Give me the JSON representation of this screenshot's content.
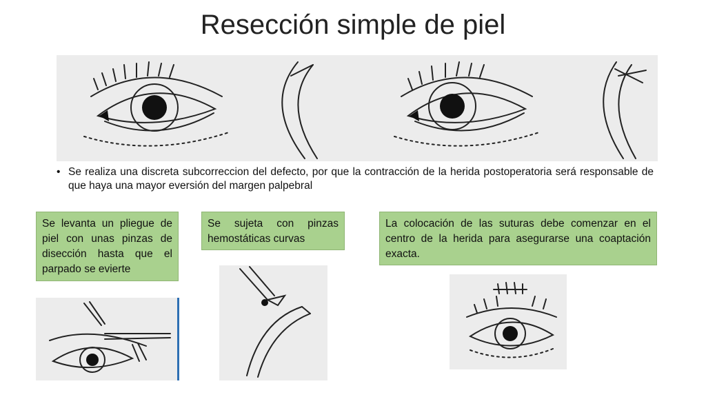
{
  "slide": {
    "title": "Resección simple de piel",
    "bullet": "Se  realiza una discreta subcorreccion del defecto, por que la contracción de la herida postoperatoria será responsable de que haya una mayor eversión del margen palpebral",
    "notes": [
      "Se levanta un pliegue de piel con unas pinzas de disección hasta que el parpado se evierte",
      "Se sujeta con pinzas hemostáticas curvas",
      "La colocación de las suturas debe comenzar en el centro de la herida para asegurarse  una coaptación exacta."
    ],
    "figures": {
      "top": "eye-comparison-illustration",
      "step1": "skin-fold-forceps-illustration",
      "step2": "hemostatic-clamp-illustration",
      "step3": "suture-placement-illustration"
    }
  }
}
